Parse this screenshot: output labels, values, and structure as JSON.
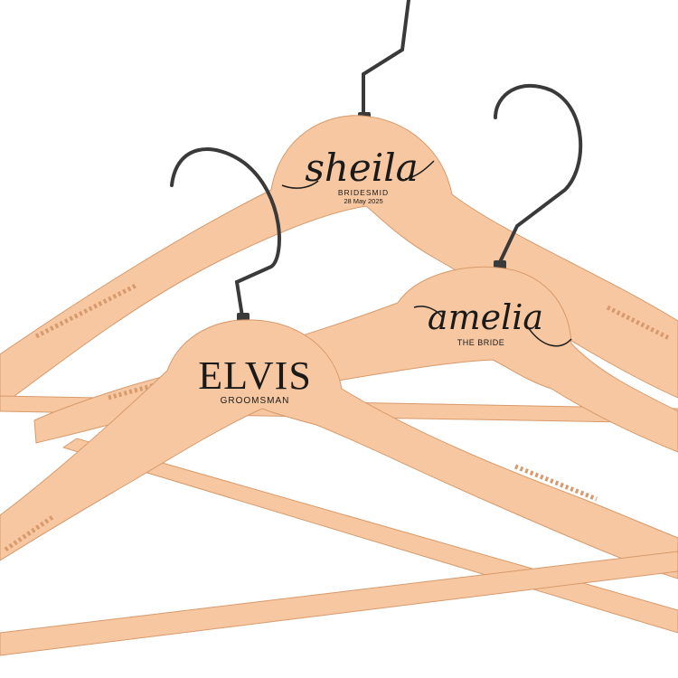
{
  "colors": {
    "background": "#ffffff",
    "wood": "#f6c7a0",
    "wood_shade": "#e9ad80",
    "wood_edge": "#d89a6c",
    "hook": "#3a3a3a",
    "engraving": "#1a1a1a"
  },
  "hangers": [
    {
      "name": "sheila",
      "subtitle": "BRIDESMID",
      "date": "28 May 2025"
    },
    {
      "name": "ELVIS",
      "subtitle": "GROOMSMAN"
    },
    {
      "name": "amelia",
      "subtitle": "THE BRIDE"
    }
  ]
}
